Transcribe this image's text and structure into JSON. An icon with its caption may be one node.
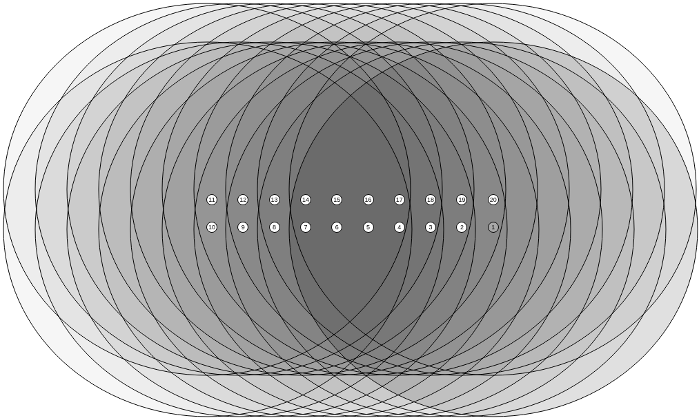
{
  "diagram": {
    "nodes": [
      {
        "text": [
          "11"
        ]
      },
      {
        "text": [
          "12"
        ]
      },
      {
        "text": [
          "13"
        ]
      },
      {
        "text": [
          "14"
        ]
      },
      {
        "text": [
          "15"
        ]
      },
      {
        "text": [
          "16"
        ]
      },
      {
        "text": [
          "17"
        ]
      },
      {
        "text": [
          "18"
        ]
      },
      {
        "text": [
          "19"
        ]
      },
      {
        "text": [
          "20"
        ]
      },
      {
        "text": [
          "10"
        ]
      },
      {
        "text": [
          "9"
        ]
      },
      {
        "text": [
          "8"
        ]
      },
      {
        "text": [
          "7"
        ]
      },
      {
        "text": [
          "6"
        ]
      },
      {
        "text": [
          "5"
        ]
      },
      {
        "text": [
          "4"
        ]
      },
      {
        "text": [
          "3"
        ]
      },
      {
        "text": [
          "2"
        ]
      },
      {
        "text": [
          "1"
        ]
      }
    ]
  }
}
